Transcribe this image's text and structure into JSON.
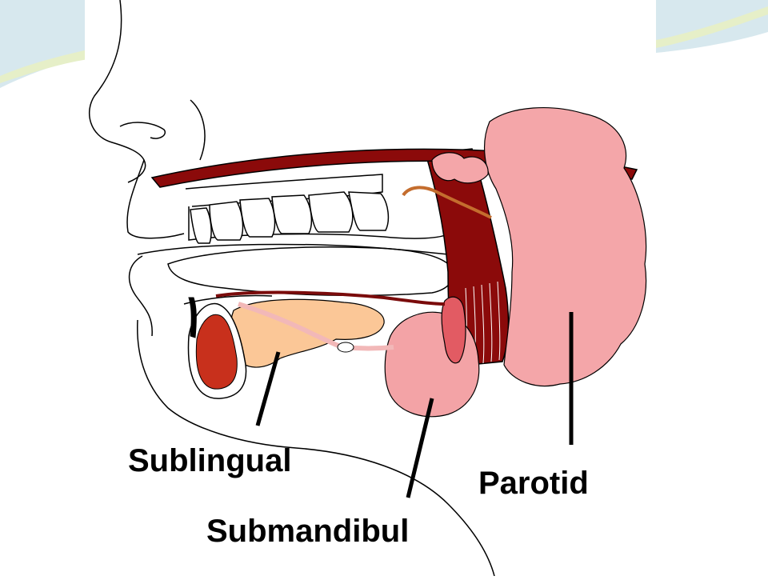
{
  "labels": {
    "sublingual": "Sublingual",
    "submandibular": "Submandibul",
    "parotid": "Parotid"
  },
  "colors": {
    "slide_bg": "#ffffff",
    "swoosh": "#cfe3ea",
    "swoosh_accent": "#e9f0c8",
    "outline": "#000000",
    "muscle": "#8b0a0a",
    "muscle_light": "#a5161a",
    "parotid": "#f4a6a9",
    "submandibular": "#f3a3a6",
    "sublingual": "#fbc797",
    "duct": "#f2b8b8",
    "artery": "#7a0b0b",
    "nerve": "#c46d2e",
    "bone_marrow": "#c8301c",
    "cyst": "#e25b63"
  }
}
